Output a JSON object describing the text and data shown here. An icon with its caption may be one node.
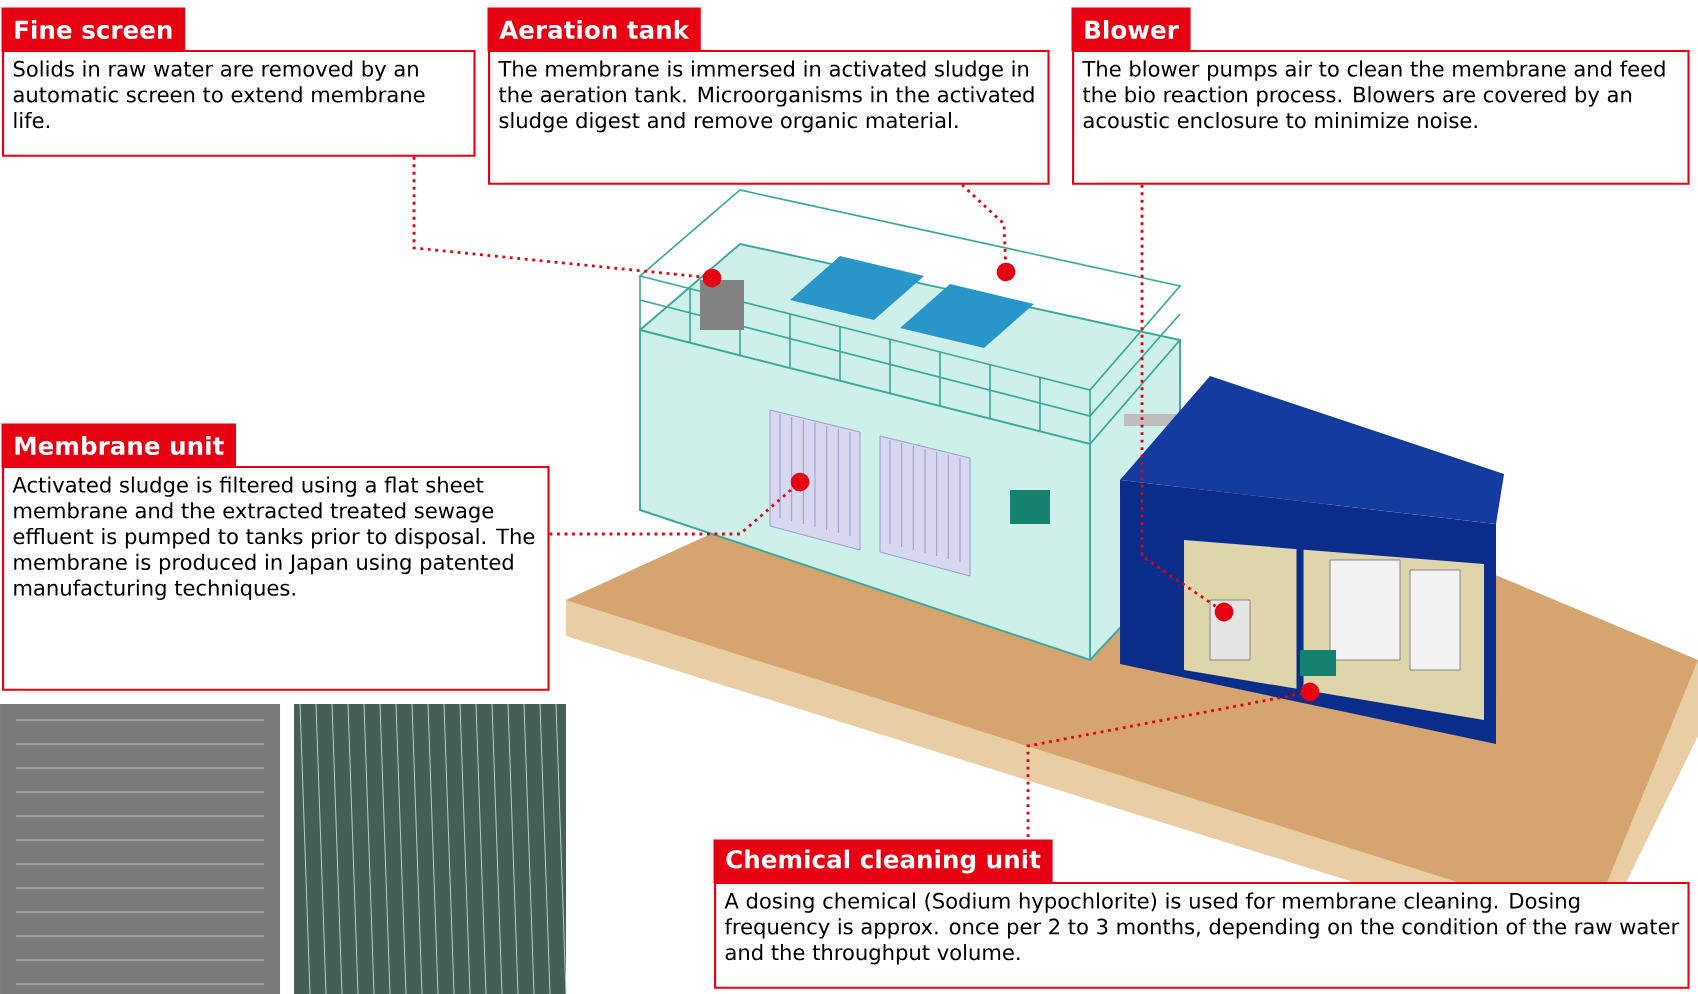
{
  "diagram": {
    "nodes": [
      {
        "text": [
          "Fine screen",
          "Solids in raw water are removed by an automatic screen to extend membrane life."
        ]
      },
      {
        "text": [
          "Aeration tank",
          "The membrane is immersed in activated sludge in the aeration tank. Microorganisms in the activated sludge digest and remove organic material."
        ]
      },
      {
        "text": [
          "Blower",
          "The blower pumps air to clean the membrane and feed the bio reaction process. Blowers are covered by an acoustic enclosure to minimize noise."
        ]
      },
      {
        "text": [
          "Membrane unit",
          "Activated sludge is filtered using a flat sheet membrane and the extracted treated sewage effluent is pumped to tanks prior to disposal. The membrane is produced in Japan using patented manufacturing techniques."
        ]
      },
      {
        "text": [
          "Chemical cleaning unit",
          "A dosing chemical (Sodium hypochlorite) is used for membrane cleaning. Dosing frequency is approx. once per 2 to 3 months, depending on the condition of the raw water and the throughput volume."
        ]
      }
    ],
    "edges": [
      {
        "from": 0,
        "to": null,
        "arrow": "other"
      },
      {
        "from": 1,
        "to": null,
        "arrow": "other"
      },
      {
        "from": 2,
        "to": null,
        "arrow": "other"
      },
      {
        "from": 3,
        "to": null,
        "arrow": "other"
      },
      {
        "from": 4,
        "to": null,
        "arrow": "other"
      }
    ]
  }
}
